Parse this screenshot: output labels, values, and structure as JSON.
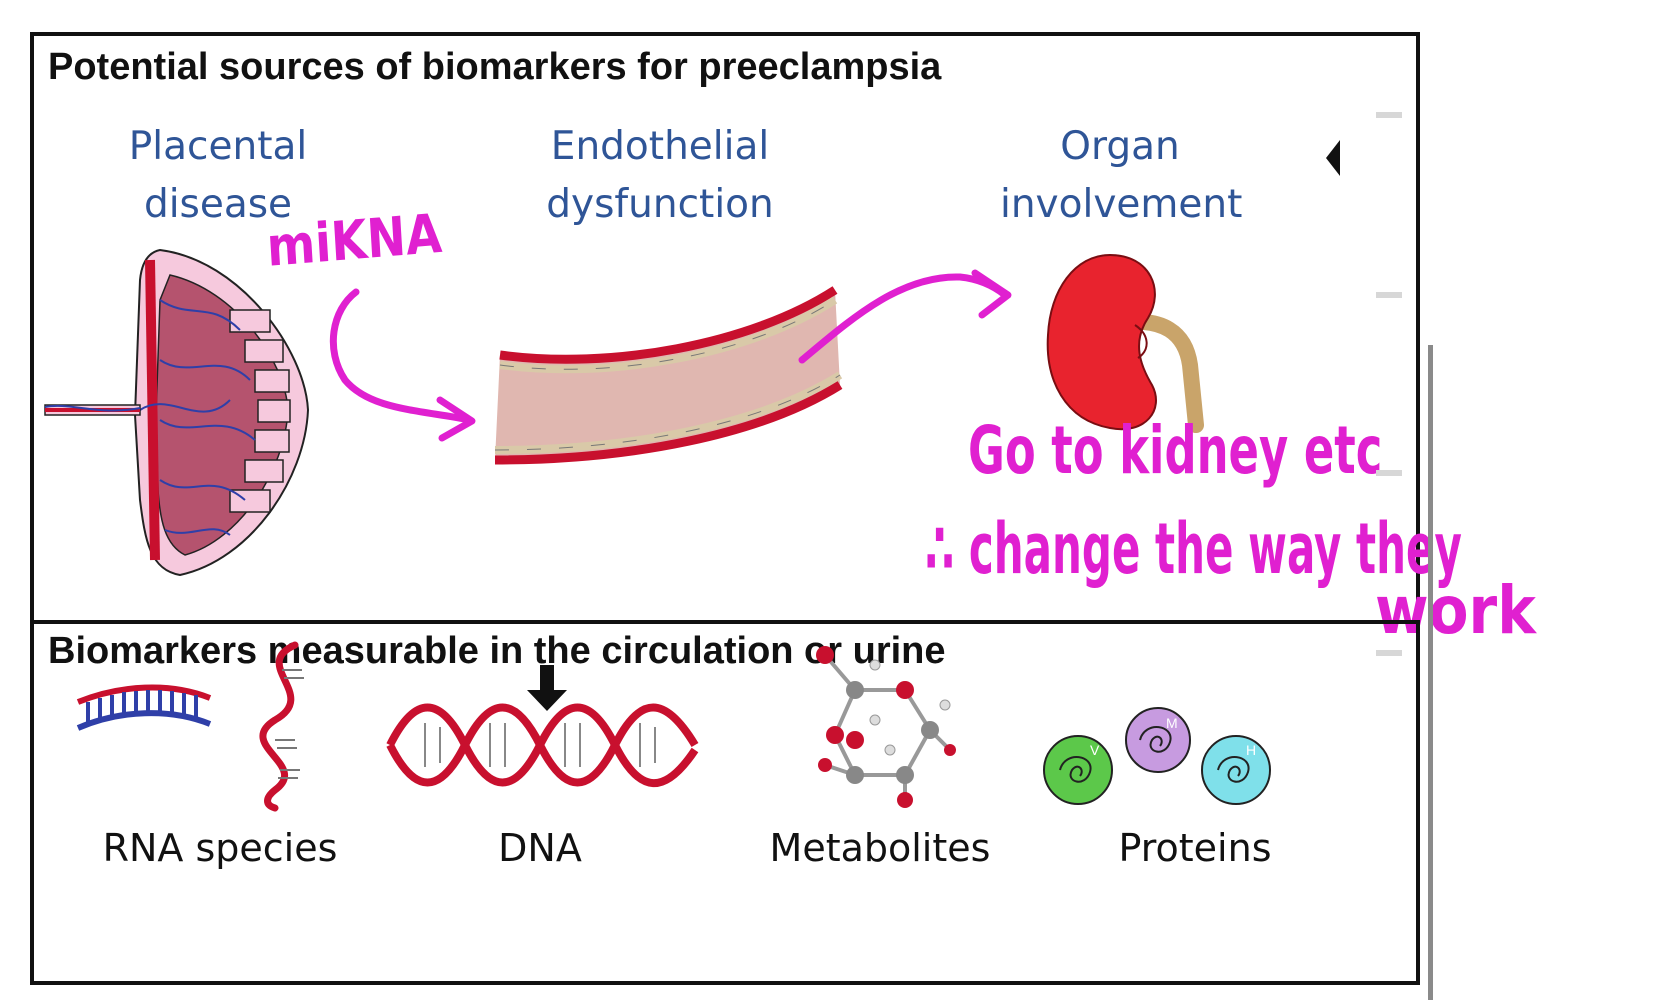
{
  "top_panel": {
    "title": "Potential sources of biomarkers for preeclampsia",
    "stages": [
      {
        "line1": "Placental",
        "line2": "disease",
        "icon": "placenta-illustration"
      },
      {
        "line1": "Endothelial",
        "line2": "dysfunction",
        "icon": "blood-vessel-illustration"
      },
      {
        "line1": "Organ",
        "line2": "involvement",
        "icon": "kidney-illustration"
      }
    ]
  },
  "bottom_panel": {
    "title": "Biomarkers measurable in the circulation or urine",
    "items": [
      {
        "label": "RNA species",
        "icon": "rna-icon"
      },
      {
        "label": "DNA",
        "icon": "dna-helix-icon"
      },
      {
        "label": "Metabolites",
        "icon": "molecule-icon"
      },
      {
        "label": "Proteins",
        "icon": "protein-spheres-icon"
      }
    ],
    "protein_letters": [
      "V",
      "M",
      "H"
    ]
  },
  "annotations": {
    "mirna": "miKNA",
    "note_line1": "Go to kidney etc",
    "note_line2": "∴ change the way they",
    "note_line3": "work"
  },
  "colors": {
    "stage_text": "#2f5597",
    "handwriting": "#e020d0",
    "vessel_red": "#c8102e",
    "kidney_red": "#e8232e"
  }
}
